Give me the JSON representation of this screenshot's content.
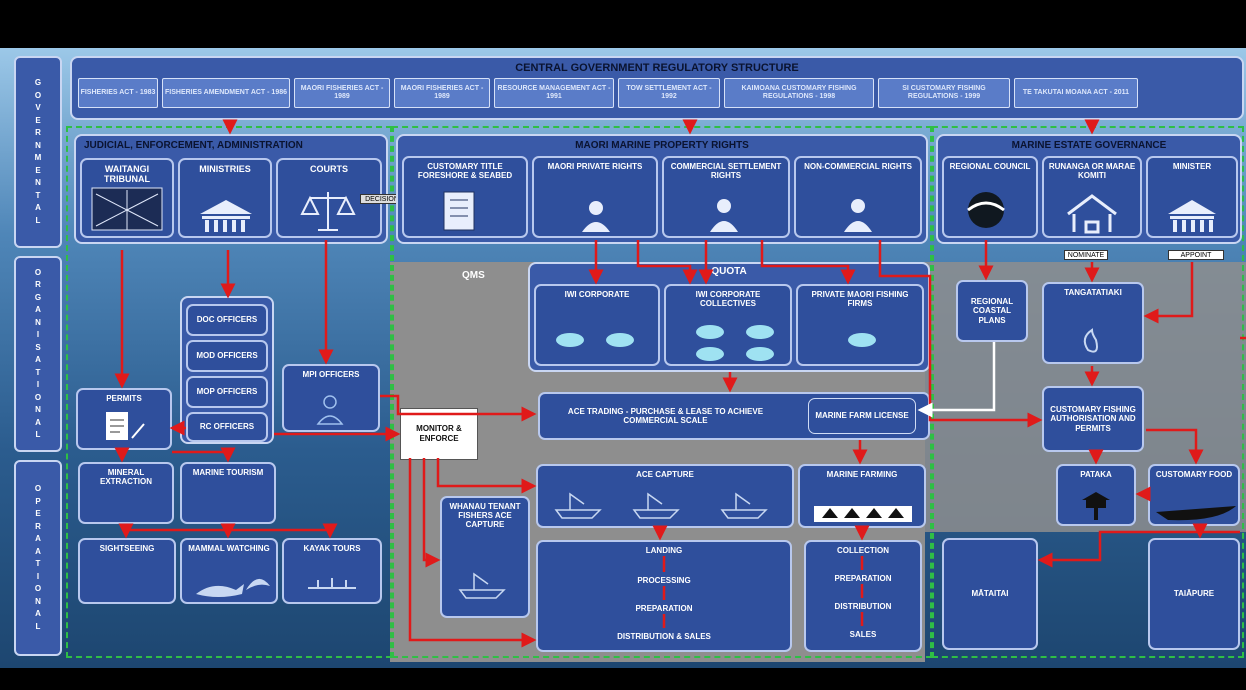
{
  "colors": {
    "panel": "#3a5aa8",
    "box": "#2f4f9c",
    "arrow": "#e01a1a",
    "dash": "#2fbf45",
    "sea_top": "#8fc0e4",
    "grey": "#8c8c8c"
  },
  "sidebar": {
    "governmental": [
      "G",
      "O",
      "V",
      "E",
      "R",
      "N",
      "M",
      "E",
      "N",
      "T",
      "A",
      "L"
    ],
    "organisational": [
      "O",
      "R",
      "G",
      "A",
      "N",
      "I",
      "S",
      "A",
      "T",
      "I",
      "O",
      "N",
      "A",
      "L"
    ],
    "operational": [
      "O",
      "P",
      "E",
      "R",
      "A",
      "A",
      "T",
      "I",
      "O",
      "N",
      "A",
      "L"
    ]
  },
  "central": {
    "title": "CENTRAL GOVERNMENT REGULATORY STRUCTURE",
    "acts": [
      "FISHERIES ACT - 1983",
      "FISHERIES AMENDMENT ACT - 1986",
      "MAORI FISHERIES ACT - 1989",
      "MAORI FISHERIES ACT - 1989",
      "RESOURCE MANAGEMENT ACT - 1991",
      "TOW SETTLEMENT ACT - 1992",
      "KAIMOANA CUSTOMARY FISHING REGULATIONS - 1998",
      "SI CUSTOMARY FISHING REGULATIONS - 1999",
      "TE TAKUTAI MOANA ACT - 2011"
    ]
  },
  "judicial": {
    "title": "JUDICIAL, ENFORCEMENT, ADMINISTRATION",
    "items": [
      "WAITANGI TRIBUNAL",
      "MINISTRIES",
      "COURTS"
    ],
    "decision_tag": "DECISION"
  },
  "mmpr": {
    "title": "MAORI MARINE PROPERTY RIGHTS",
    "items": [
      "CUSTOMARY TITLE FORESHORE & SEABED",
      "MAORI PRIVATE RIGHTS",
      "COMMERCIAL SETTLEMENT RIGHTS",
      "NON-COMMERCIAL RIGHTS"
    ]
  },
  "marine_estate": {
    "title": "MARINE ESTATE GOVERNANCE",
    "items": [
      "REGIONAL COUNCIL",
      "RUNANGA OR MARAE KOMITI",
      "MINISTER"
    ],
    "tags": [
      "NOMINATE",
      "APPOINT"
    ]
  },
  "qms": {
    "label": "QMS",
    "quota_label": "QUOTA",
    "quota_items": [
      "IWI CORPORATE",
      "IWI CORPORATE COLLECTIVES",
      "PRIVATE MAORI FISHING FIRMS"
    ]
  },
  "officers": [
    "DOC OFFICERS",
    "MOD OFFICERS",
    "MOP OFFICERS",
    "RC OFFICERS"
  ],
  "mpi": "MPI OFFICERS",
  "permits": "PERMITS",
  "monitor": "MONITOR & ENFORCE",
  "ace_trading": "ACE TRADING - PURCHASE & LEASE TO ACHIEVE COMMERCIAL SCALE",
  "marine_farm_license": "MARINE FARM LICENSE",
  "regional_plans": "REGIONAL COASTAL PLANS",
  "tangata": "TANGATATIAKI",
  "customary_auth": "CUSTOMARY FISHING AUTHORISATION AND PERMITS",
  "pataka": "PATAKA",
  "customary_food": "CUSTOMARY FOOD",
  "mineral": "MINERAL EXTRACTION",
  "marine_tourism": "MARINE TOURISM",
  "sightseeing": "SIGHTSEEING",
  "mammal": "MAMMAL WATCHING",
  "kayak": "KAYAK TOURS",
  "whanau": "WHANAU TENANT FISHERS ACE CAPTURE",
  "ace_capture": "ACE CAPTURE",
  "landing_chain": [
    "LANDING",
    "PROCESSING",
    "PREPARATION",
    "DISTRIBUTION & SALES"
  ],
  "marine_farming": "MARINE FARMING",
  "farm_chain": [
    "COLLECTION",
    "PREPARATION",
    "DISTRIBUTION",
    "SALES"
  ],
  "mataitai": "MĀTAITAI",
  "taiapure": "TAIĀPURE"
}
